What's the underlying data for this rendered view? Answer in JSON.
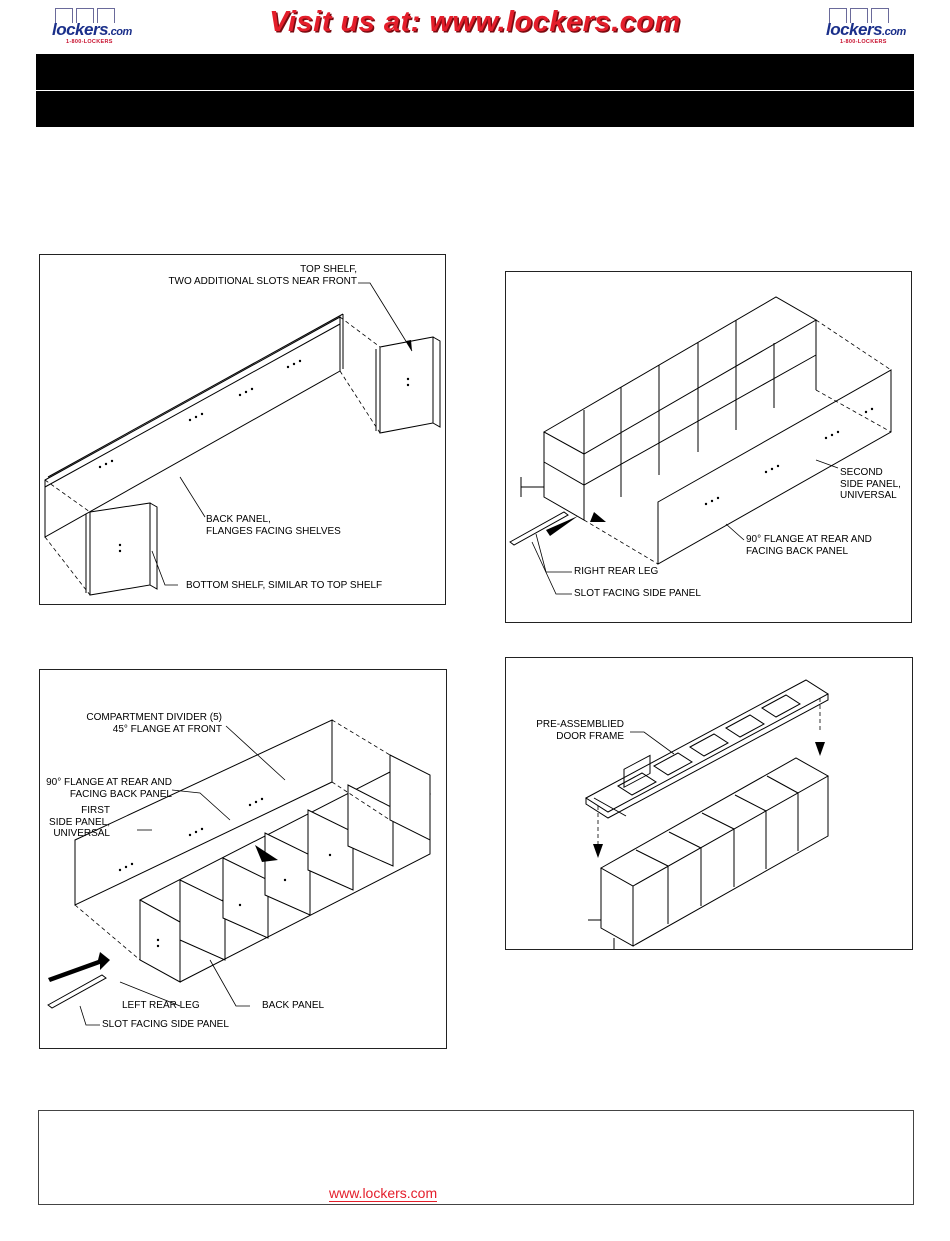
{
  "header": {
    "banner_text": "Visit us at: www.lockers.com",
    "logo_word": "lockers",
    "logo_suffix": ".com",
    "logo_phone": "1-800-LOCKERS"
  },
  "colors": {
    "brand_red": "#e41e2b",
    "brand_blue": "#1a2f8a",
    "bar": "#000000"
  },
  "panels": {
    "p1": {
      "top_shelf": "TOP SHELF,\nTWO ADDITIONAL SLOTS NEAR FRONT",
      "back_panel": "BACK PANEL,\nFLANGES FACING SHELVES",
      "bottom_shelf": "BOTTOM SHELF, SIMILAR TO TOP SHELF"
    },
    "p2": {
      "second_side": "SECOND\nSIDE PANEL,\nUNIVERSAL",
      "flange": "90° FLANGE AT REAR AND\nFACING BACK PANEL",
      "right_leg": "RIGHT REAR LEG",
      "slot": "SLOT FACING SIDE PANEL"
    },
    "p3": {
      "divider": "COMPARTMENT DIVIDER (5)\n45° FLANGE AT FRONT",
      "flange": "90° FLANGE AT REAR AND\nFACING BACK PANEL",
      "first_side": "FIRST\nSIDE PANEL,\nUNIVERSAL",
      "left_leg": "LEFT REAR LEG",
      "back_panel": "BACK PANEL",
      "slot": "SLOT FACING SIDE PANEL"
    },
    "p4": {
      "door_frame": "PRE-ASSEMBLIED\nDOOR FRAME"
    }
  },
  "footer": {
    "link": "www.lockers.com"
  }
}
